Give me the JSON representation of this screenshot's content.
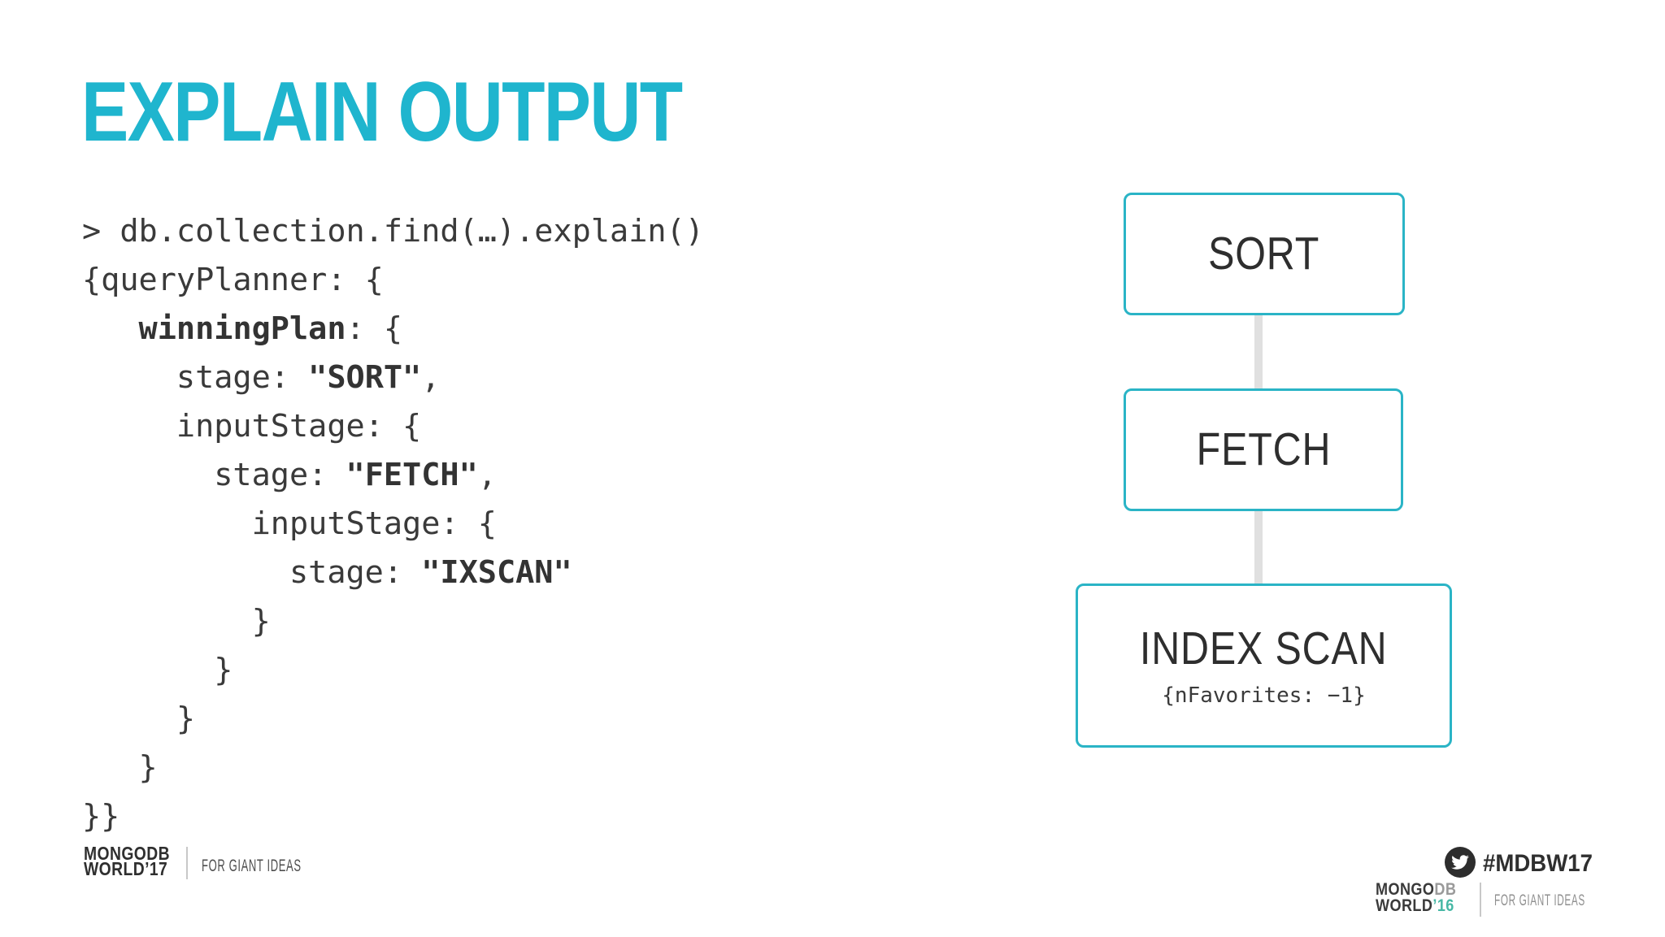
{
  "title": "EXPLAIN OUTPUT",
  "colors": {
    "title_cyan": "#1FB5CE",
    "node_border_cyan": "#2AB4C6",
    "connector_gray": "#E0E0E0",
    "code_text": "#3A3A3A",
    "logo_dark": "#2F2F2F",
    "logo_db_gray": "#9A9A9A",
    "logo_16_teal": "#47B8A5",
    "tagline_left_gray": "#4F4F4F",
    "tagline_right_gray": "#8F8F8F",
    "twitter_badge_dark": "#2D2D2D"
  },
  "code": {
    "lines": [
      [
        {
          "t": "> db.collection.find(…).explain()",
          "b": false
        }
      ],
      [
        {
          "t": "{queryPlanner: {",
          "b": false
        }
      ],
      [
        {
          "t": "   ",
          "b": false
        },
        {
          "t": "winningPlan",
          "b": true
        },
        {
          "t": ": {",
          "b": false
        }
      ],
      [
        {
          "t": "     stage: ",
          "b": false
        },
        {
          "t": "\"SORT\"",
          "b": true
        },
        {
          "t": ",",
          "b": false
        }
      ],
      [
        {
          "t": "     inputStage: {",
          "b": false
        }
      ],
      [
        {
          "t": "       stage: ",
          "b": false
        },
        {
          "t": "\"FETCH\"",
          "b": true
        },
        {
          "t": ",",
          "b": false
        }
      ],
      [
        {
          "t": "         inputStage: {",
          "b": false
        }
      ],
      [
        {
          "t": "           stage: ",
          "b": false
        },
        {
          "t": "\"IXSCAN\"",
          "b": true
        }
      ],
      [
        {
          "t": "         }",
          "b": false
        }
      ],
      [
        {
          "t": "       }",
          "b": false
        }
      ],
      [
        {
          "t": "     }",
          "b": false
        }
      ],
      [
        {
          "t": "   }",
          "b": false
        }
      ],
      [
        {
          "t": "}}",
          "b": false
        }
      ]
    ]
  },
  "diagram": {
    "nodes": [
      {
        "label": "SORT"
      },
      {
        "label": "FETCH"
      },
      {
        "label": "INDEX SCAN",
        "sub": "{nFavorites: −1}"
      }
    ]
  },
  "footer": {
    "left": {
      "logo_line1": "MONGODB",
      "logo_line2": "WORLD’17",
      "tagline": "FOR GIANT IDEAS"
    },
    "right": {
      "hashtag": "#MDBW17",
      "twitter_icon": "twitter-bird-icon",
      "logo_line1_dark": "MONGO",
      "logo_line1_gray": "DB",
      "logo_line2_dark": "WORLD",
      "logo_line2_teal": "’16",
      "tagline": "FOR GIANT IDEAS"
    }
  }
}
